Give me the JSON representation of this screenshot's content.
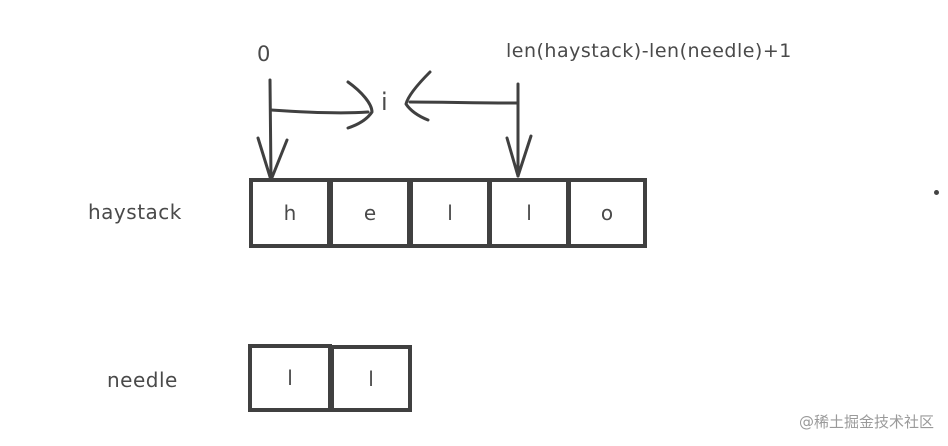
{
  "labels": {
    "zero": "0",
    "upper_bound": "len(haystack)-len(needle)+1",
    "index_var": "i",
    "haystack": "haystack",
    "needle": "needle"
  },
  "haystack_cells": [
    "h",
    "e",
    "l",
    "l",
    "o"
  ],
  "needle_cells": [
    "l",
    "l"
  ],
  "watermark": "@稀土掘金技术社区",
  "colors": {
    "stroke": "#404040",
    "text": "#4a4a4a",
    "watermark": "#9a9a9a"
  }
}
